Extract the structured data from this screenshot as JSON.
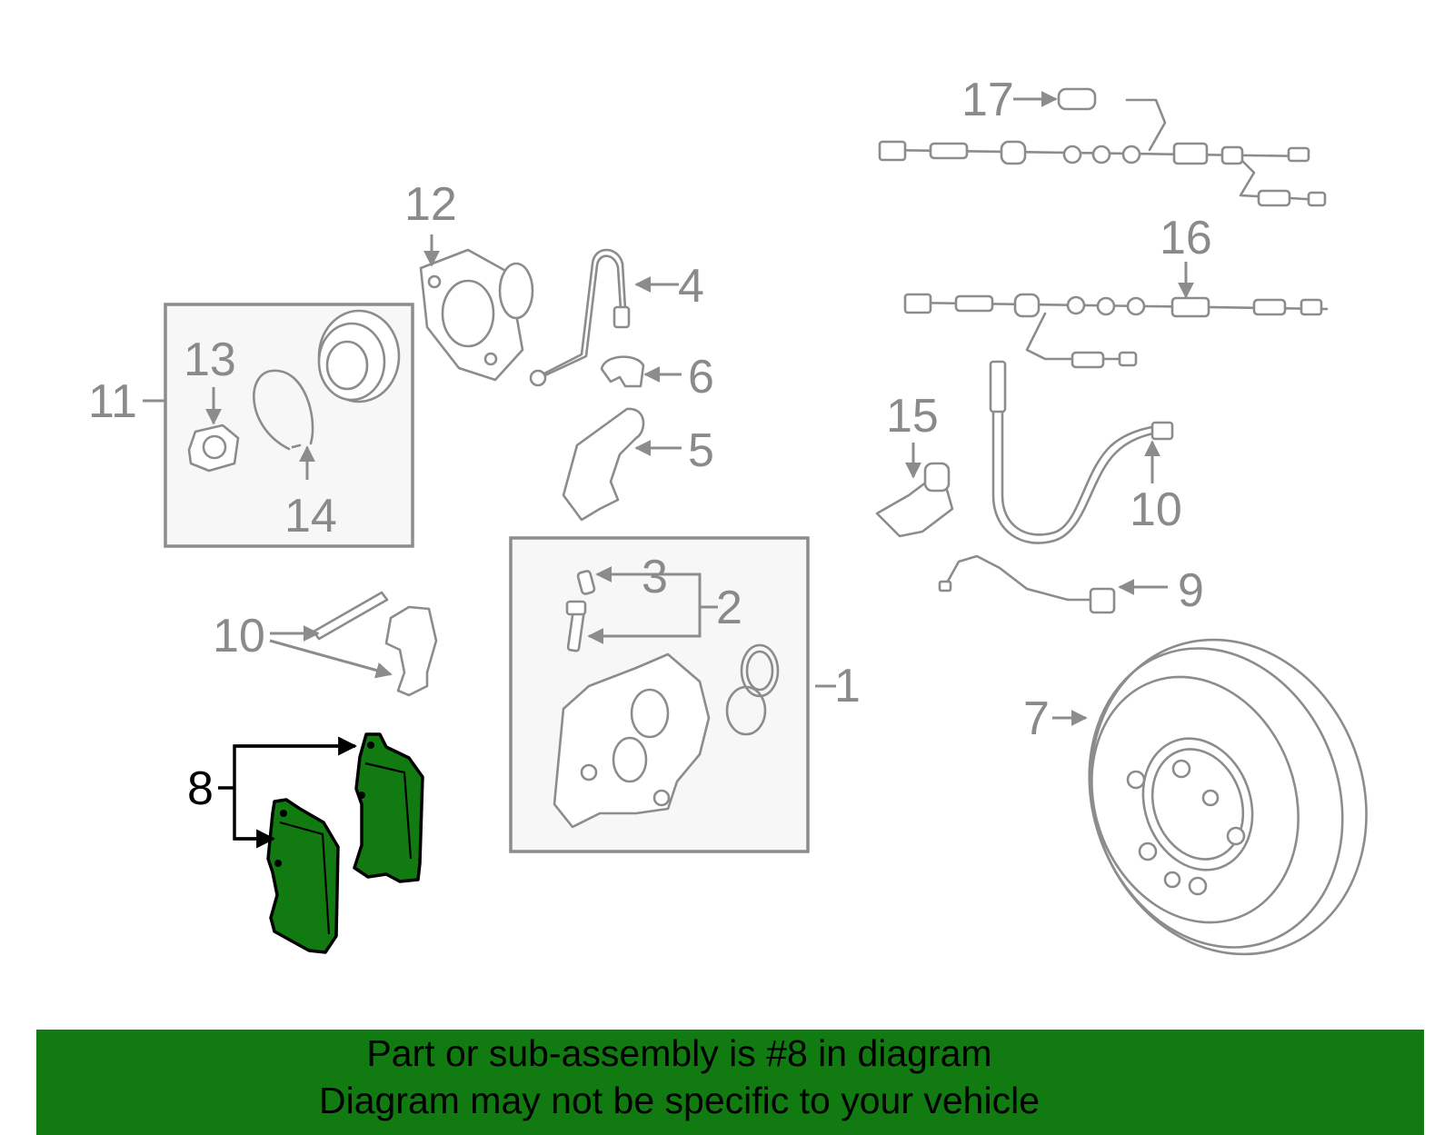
{
  "callouts": {
    "c1": "1",
    "c2": "2",
    "c3": "3",
    "c4": "4",
    "c5": "5",
    "c6": "6",
    "c7": "7",
    "c8": "8",
    "c9": "9",
    "c10a": "10",
    "c10b": "10",
    "c11": "11",
    "c12": "12",
    "c13": "13",
    "c14": "14",
    "c15": "15",
    "c16": "16",
    "c17": "17"
  },
  "banner": {
    "line1": "Part or sub-assembly is #8 in diagram",
    "line2": "Diagram may not be specific to your vehicle",
    "background_color": "#117a11"
  },
  "highlight": {
    "part_number": "8",
    "color": "#117a11"
  }
}
